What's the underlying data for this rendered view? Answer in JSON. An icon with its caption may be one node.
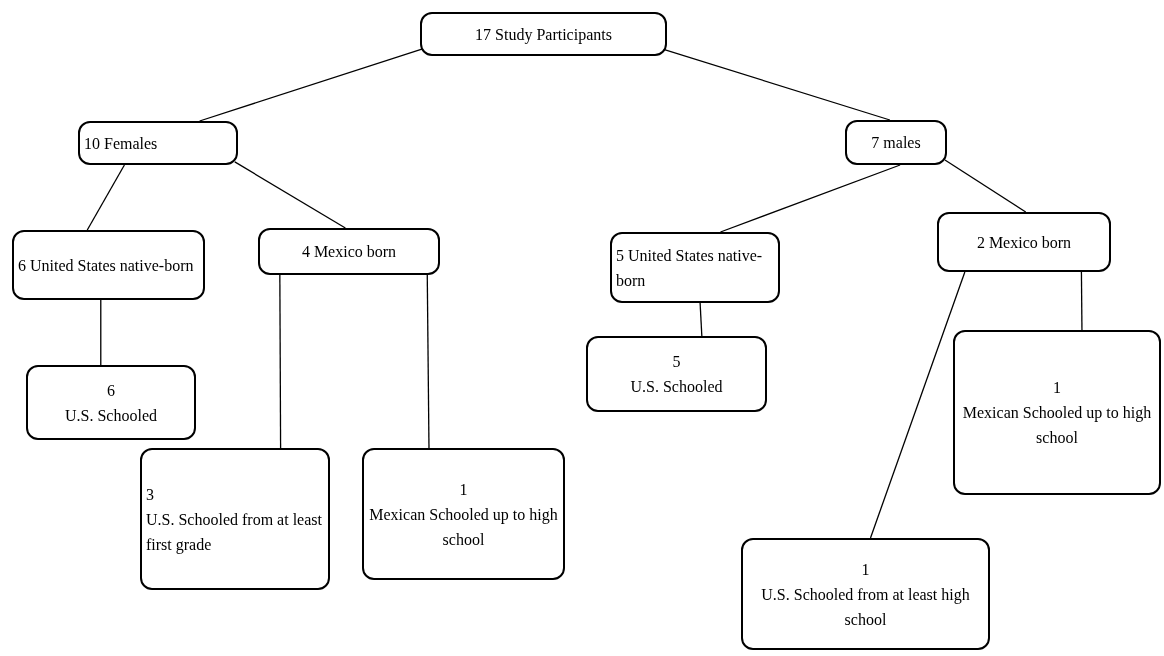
{
  "diagram": {
    "nodes": [
      {
        "text": [
          "17 Study Participants"
        ]
      },
      {
        "text": [
          "10 Females"
        ]
      },
      {
        "text": [
          "7 males"
        ]
      },
      {
        "text": [
          "6 United States native-born"
        ]
      },
      {
        "text": [
          "4 Mexico born"
        ]
      },
      {
        "text": [
          "5 United States native-born"
        ]
      },
      {
        "text": [
          "2 Mexico born"
        ]
      },
      {
        "text": [
          "6",
          "U.S. Schooled"
        ]
      },
      {
        "text": [
          "5",
          "U.S. Schooled"
        ]
      },
      {
        "text": [
          "1",
          "Mexican Schooled up to high school"
        ]
      },
      {
        "text": [
          "3",
          "U.S. Schooled from at least first grade"
        ]
      },
      {
        "text": [
          "1",
          "Mexican Schooled up to high school"
        ]
      },
      {
        "text": [
          "1",
          "U.S. Schooled from at least high school"
        ]
      }
    ],
    "edges": [
      {
        "from": 0,
        "to": 1,
        "arrow": "none"
      },
      {
        "from": 0,
        "to": 2,
        "arrow": "none"
      },
      {
        "from": 1,
        "to": 3,
        "arrow": "none"
      },
      {
        "from": 1,
        "to": 4,
        "arrow": "none"
      },
      {
        "from": 2,
        "to": 5,
        "arrow": "none"
      },
      {
        "from": 2,
        "to": 6,
        "arrow": "none"
      },
      {
        "from": 3,
        "to": 7,
        "arrow": "none"
      },
      {
        "from": 4,
        "to": 10,
        "arrow": "none"
      },
      {
        "from": 4,
        "to": 11,
        "arrow": "none"
      },
      {
        "from": 5,
        "to": 8,
        "arrow": "none"
      },
      {
        "from": 6,
        "to": 12,
        "arrow": "none"
      },
      {
        "from": 6,
        "to": 9,
        "arrow": "none"
      }
    ]
  }
}
